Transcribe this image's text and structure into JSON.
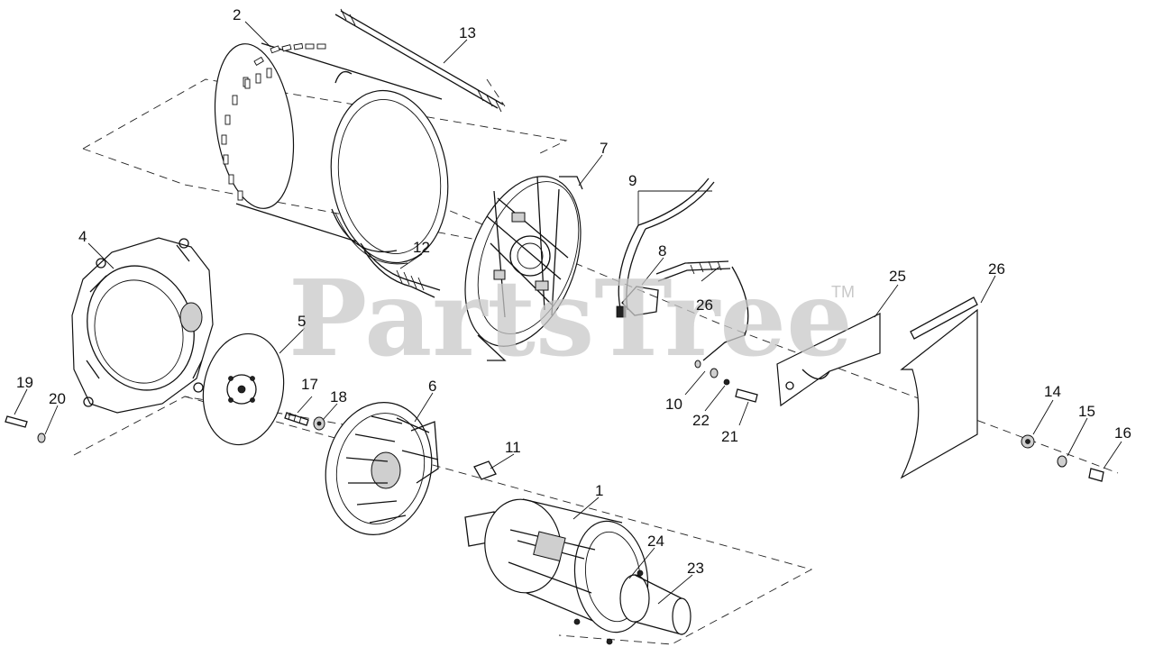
{
  "watermark": {
    "text": "PartsTree",
    "trademark": "TM"
  },
  "callouts": {
    "c1": "1",
    "c2": "2",
    "c4": "4",
    "c5": "5",
    "c6": "6",
    "c7": "7",
    "c8": "8",
    "c9": "9",
    "c10": "10",
    "c11": "11",
    "c12": "12",
    "c13": "13",
    "c14": "14",
    "c15": "15",
    "c16": "16",
    "c17": "17",
    "c18": "18",
    "c19": "19",
    "c20": "20",
    "c21": "21",
    "c22": "22",
    "c23": "23",
    "c24": "24",
    "c25": "25",
    "c26a": "26",
    "c26b": "26"
  }
}
